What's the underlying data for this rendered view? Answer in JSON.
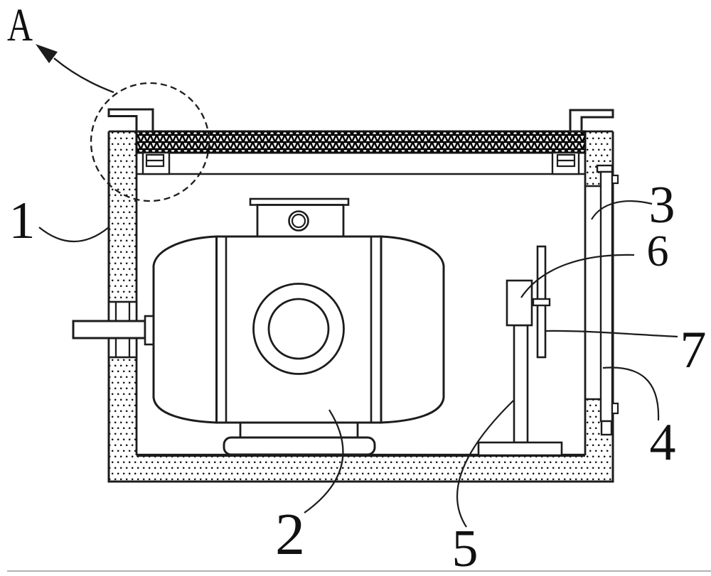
{
  "figure": {
    "type": "patent-line-drawing",
    "background": "#ffffff",
    "line_color": "#1c1c1c"
  },
  "labels": {
    "detail_view": "A",
    "part_1": "1",
    "part_2": "2",
    "part_3": "3",
    "part_4": "4",
    "part_5": "5",
    "part_6": "6",
    "part_7": "7"
  }
}
